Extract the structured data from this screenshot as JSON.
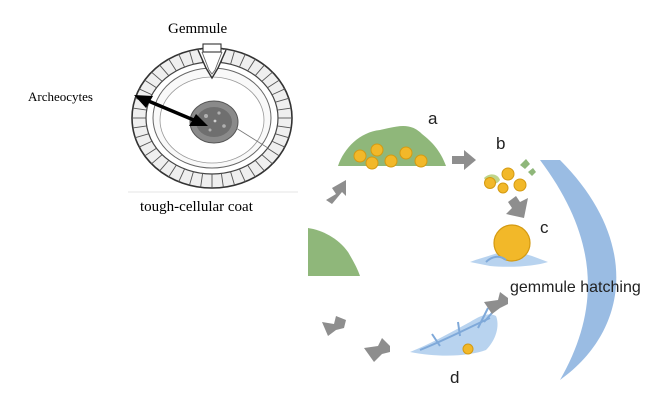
{
  "gemmule_panel": {
    "title": "Gemmule",
    "pointer_label": "Archeocytes",
    "coat_label": "tough-cellular coat"
  },
  "cycle_panel": {
    "stage_a": "a",
    "stage_b": "b",
    "stage_c": "c",
    "stage_d": "d",
    "hatching_label": "gemmule hatching"
  },
  "colors": {
    "sponge_green": "#8fb77a",
    "gemmule_yellow": "#f2b829",
    "arrow_gray": "#8e8e8e",
    "band_blue": "#8fb5e0"
  }
}
